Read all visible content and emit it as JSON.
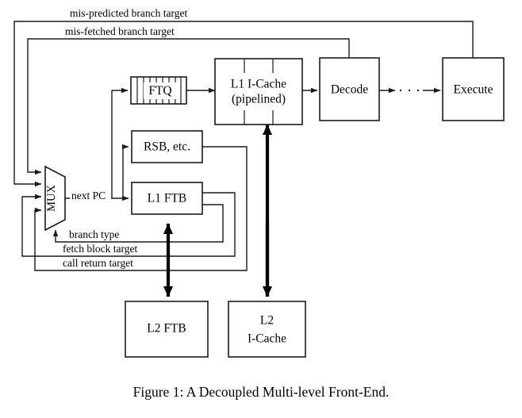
{
  "figure": {
    "caption": "Figure 1: A Decoupled Multi-level Front-End.",
    "title": "A Decoupled Multi-level Front-End"
  },
  "colors": {
    "stroke": "#1a1a1a",
    "thick_stroke": "#000000",
    "background": "#ffffff",
    "text": "#000000"
  },
  "blocks": {
    "ftq": "FTQ",
    "l1_icache_line1": "L1 I-Cache",
    "l1_icache_line2": "(pipelined)",
    "decode": "Decode",
    "execute": "Execute",
    "rsb": "RSB, etc.",
    "l1_ftb": "L1 FTB",
    "l2_ftb": "L2 FTB",
    "l2_icache_line1": "L2",
    "l2_icache_line2": "I-Cache",
    "mux": "MUX",
    "ellipsis": "· · ·"
  },
  "wire_labels": {
    "mis_predicted": "mis-predicted branch target",
    "mis_fetched": "mis-fetched branch target",
    "next_pc": "next PC",
    "branch_type": "branch type",
    "fetch_block_target": "fetch block target",
    "call_return_target": "call return target"
  },
  "diagram_structure": {
    "type": "block-diagram",
    "nodes": [
      {
        "id": "mux",
        "label": "MUX",
        "shape": "trapezoid"
      },
      {
        "id": "ftq",
        "label": "FTQ",
        "shape": "queue"
      },
      {
        "id": "l1_icache",
        "label": "L1 I-Cache (pipelined)",
        "shape": "pipelined-box"
      },
      {
        "id": "decode",
        "label": "Decode",
        "shape": "box"
      },
      {
        "id": "execute",
        "label": "Execute",
        "shape": "box"
      },
      {
        "id": "rsb",
        "label": "RSB, etc.",
        "shape": "box"
      },
      {
        "id": "l1_ftb",
        "label": "L1 FTB",
        "shape": "box"
      },
      {
        "id": "l2_ftb",
        "label": "L2 FTB",
        "shape": "box"
      },
      {
        "id": "l2_icache",
        "label": "L2 I-Cache",
        "shape": "box"
      }
    ],
    "edges": [
      {
        "from": "mux",
        "to": "ftq",
        "label": "next PC"
      },
      {
        "from": "mux",
        "to": "rsb",
        "label": "next PC"
      },
      {
        "from": "mux",
        "to": "l1_ftb",
        "label": "next PC"
      },
      {
        "from": "ftq",
        "to": "l1_icache",
        "label": ""
      },
      {
        "from": "l1_icache",
        "to": "decode",
        "label": ""
      },
      {
        "from": "decode",
        "to": "execute",
        "label": "· · ·"
      },
      {
        "from": "execute",
        "to": "mux",
        "label": "mis-predicted branch target"
      },
      {
        "from": "decode",
        "to": "mux",
        "label": "mis-fetched branch target"
      },
      {
        "from": "l1_ftb",
        "to": "mux",
        "label": "branch type"
      },
      {
        "from": "l1_ftb",
        "to": "mux",
        "label": "fetch block target"
      },
      {
        "from": "rsb",
        "to": "mux",
        "label": "call return target"
      },
      {
        "from": "l2_ftb",
        "to": "l1_ftb",
        "label": "",
        "style": "thick-bidirectional"
      },
      {
        "from": "l2_icache",
        "to": "l1_icache",
        "label": "",
        "style": "thick"
      }
    ]
  }
}
